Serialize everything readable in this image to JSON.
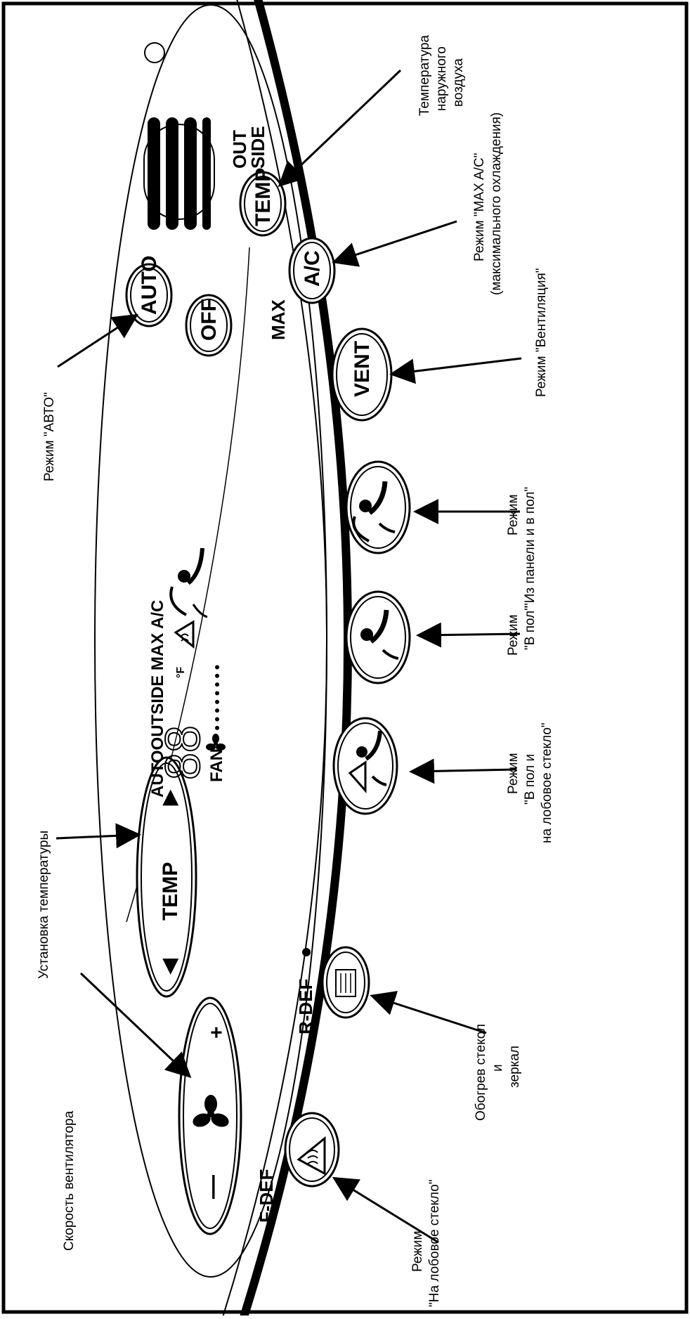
{
  "panel": {
    "buttons": {
      "auto": "AUTO",
      "off": "OFF",
      "temp_outside": "TEMP",
      "ac": "A/C",
      "vent": "VENT",
      "temp_main": "TEMP",
      "fan_minus": "—",
      "fan_plus": "+",
      "temp_left_arrow": "◀",
      "temp_right_arrow": "▶"
    },
    "side_labels": {
      "outside": [
        "OUT",
        "SIDE"
      ],
      "max": "MAX",
      "f_def": "F-DEF",
      "r_def": "R-DEF"
    },
    "display": {
      "indicators": "AUTOOUTSIDE  MAX  A/C",
      "digits": "88",
      "unit": "°F",
      "fan_label": "FAN",
      "fan_dots": "● ● ● ● ● ● ● ●"
    }
  },
  "callouts": {
    "fan_speed": [
      "Скорость вентилятора"
    ],
    "temp_set": [
      "Установка температуры"
    ],
    "auto_mode": [
      "Режим \"АВТО\""
    ],
    "outside_temp": [
      "Температура",
      "наружного",
      "воздуха"
    ],
    "max_ac": [
      "Режим \"MAX A/C\"",
      "(максимального охлаждения)"
    ],
    "vent_mode": [
      "Режим \"Вентиляция\""
    ],
    "panel_floor": [
      "Режим",
      "\"Из панели и в пол\""
    ],
    "floor_mode": [
      "Режим",
      "\"В пол\""
    ],
    "floor_windshield": [
      "Режим",
      "\"В пол и",
      "на лобовое  стекло\""
    ],
    "heat_glass": [
      "Обогрев стекол",
      "и",
      "зеркал"
    ],
    "windshield": [
      "Режим",
      "\"На  лобовое стекло\""
    ]
  }
}
